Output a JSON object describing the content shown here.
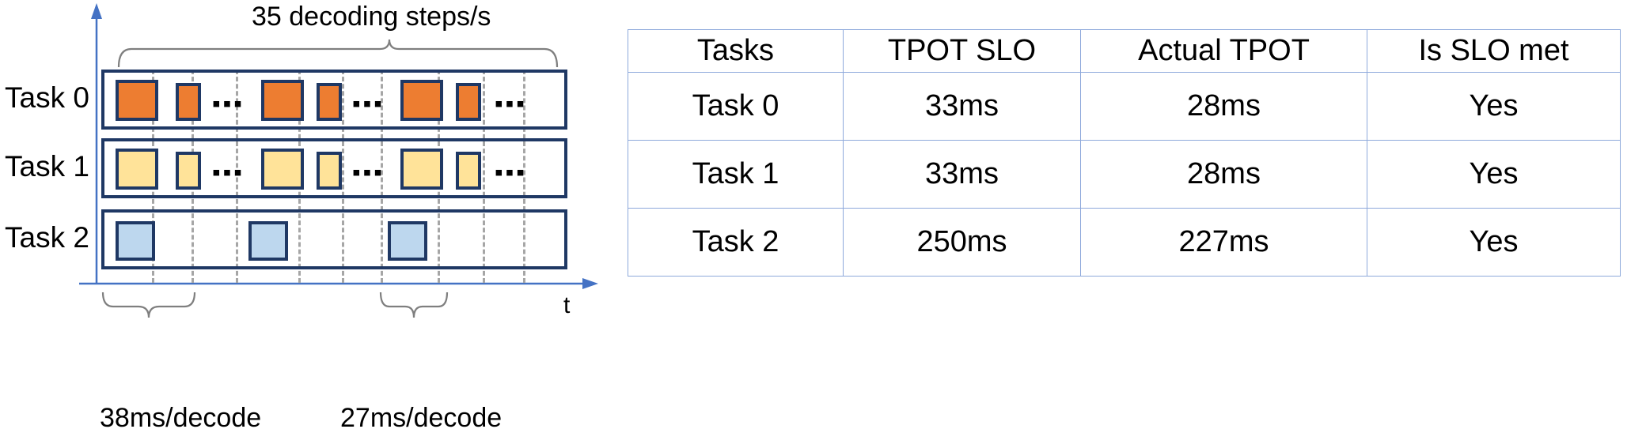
{
  "diagram": {
    "top_bracket_label": "35 decoding steps/s",
    "bottom_bracket_labels": [
      "38ms/decode",
      "27ms/decode"
    ],
    "time_axis_label": "t",
    "ellipsis": "▪▪▪",
    "rows": [
      {
        "label": "Task 0",
        "color": "#ED7D31",
        "block_border": "#1F3864"
      },
      {
        "label": "Task 1",
        "color": "#FFE399",
        "block_border": "#1F3864"
      },
      {
        "label": "Task 2",
        "color": "#BDD7EE",
        "block_border": "#1F3864"
      }
    ],
    "axis_color": "#4472C4",
    "gridline_color": "#A6A6A6",
    "track_border_color": "#1F3864"
  },
  "table": {
    "headers": [
      "Tasks",
      "TPOT SLO",
      "Actual TPOT",
      "Is SLO met"
    ],
    "rows": [
      {
        "task": "Task 0",
        "tpot_slo": "33ms",
        "actual_tpot": "28ms",
        "slo_met": "Yes"
      },
      {
        "task": "Task 1",
        "tpot_slo": "33ms",
        "actual_tpot": "28ms",
        "slo_met": "Yes"
      },
      {
        "task": "Task 2",
        "tpot_slo": "250ms",
        "actual_tpot": "227ms",
        "slo_met": "Yes"
      }
    ],
    "border_color": "#8EA9DB",
    "met_color": "#00B050"
  }
}
